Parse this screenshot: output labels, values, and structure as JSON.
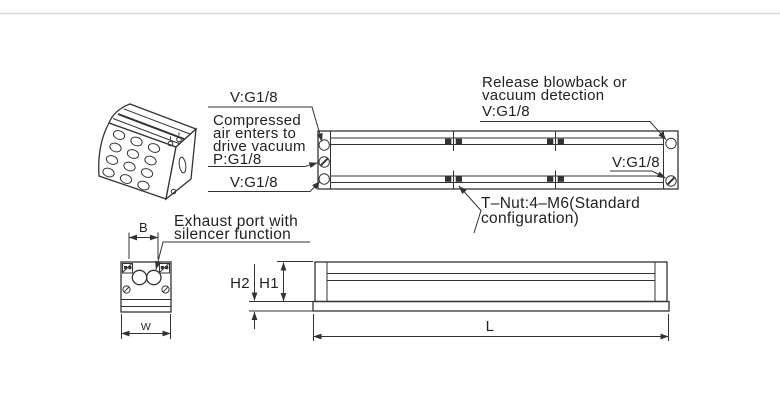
{
  "labels": {
    "v_top": "V:G1/8",
    "compressed": {
      "l1": "Compressed",
      "l2": "air enters to",
      "l3": "drive vacuum"
    },
    "p_port": "P:G1/8",
    "v_bottom": "V:G1/8",
    "release": {
      "l1": "Release blowback or",
      "l2": "vacuum detection",
      "port": "V:G1/8"
    },
    "v_right": "V:G1/8",
    "tnut": {
      "l1": "T–Nut:4–M6(Standard",
      "l2": "configuration)"
    },
    "exhaust": {
      "l1": "Exhaust port with",
      "l2": "silencer function"
    }
  },
  "dims": {
    "b": "B",
    "w": "W",
    "h1": "H1",
    "h2": "H2",
    "l": "L"
  },
  "colors": {
    "line": "#333333",
    "ink": "#222222",
    "bg": "#ffffff"
  }
}
